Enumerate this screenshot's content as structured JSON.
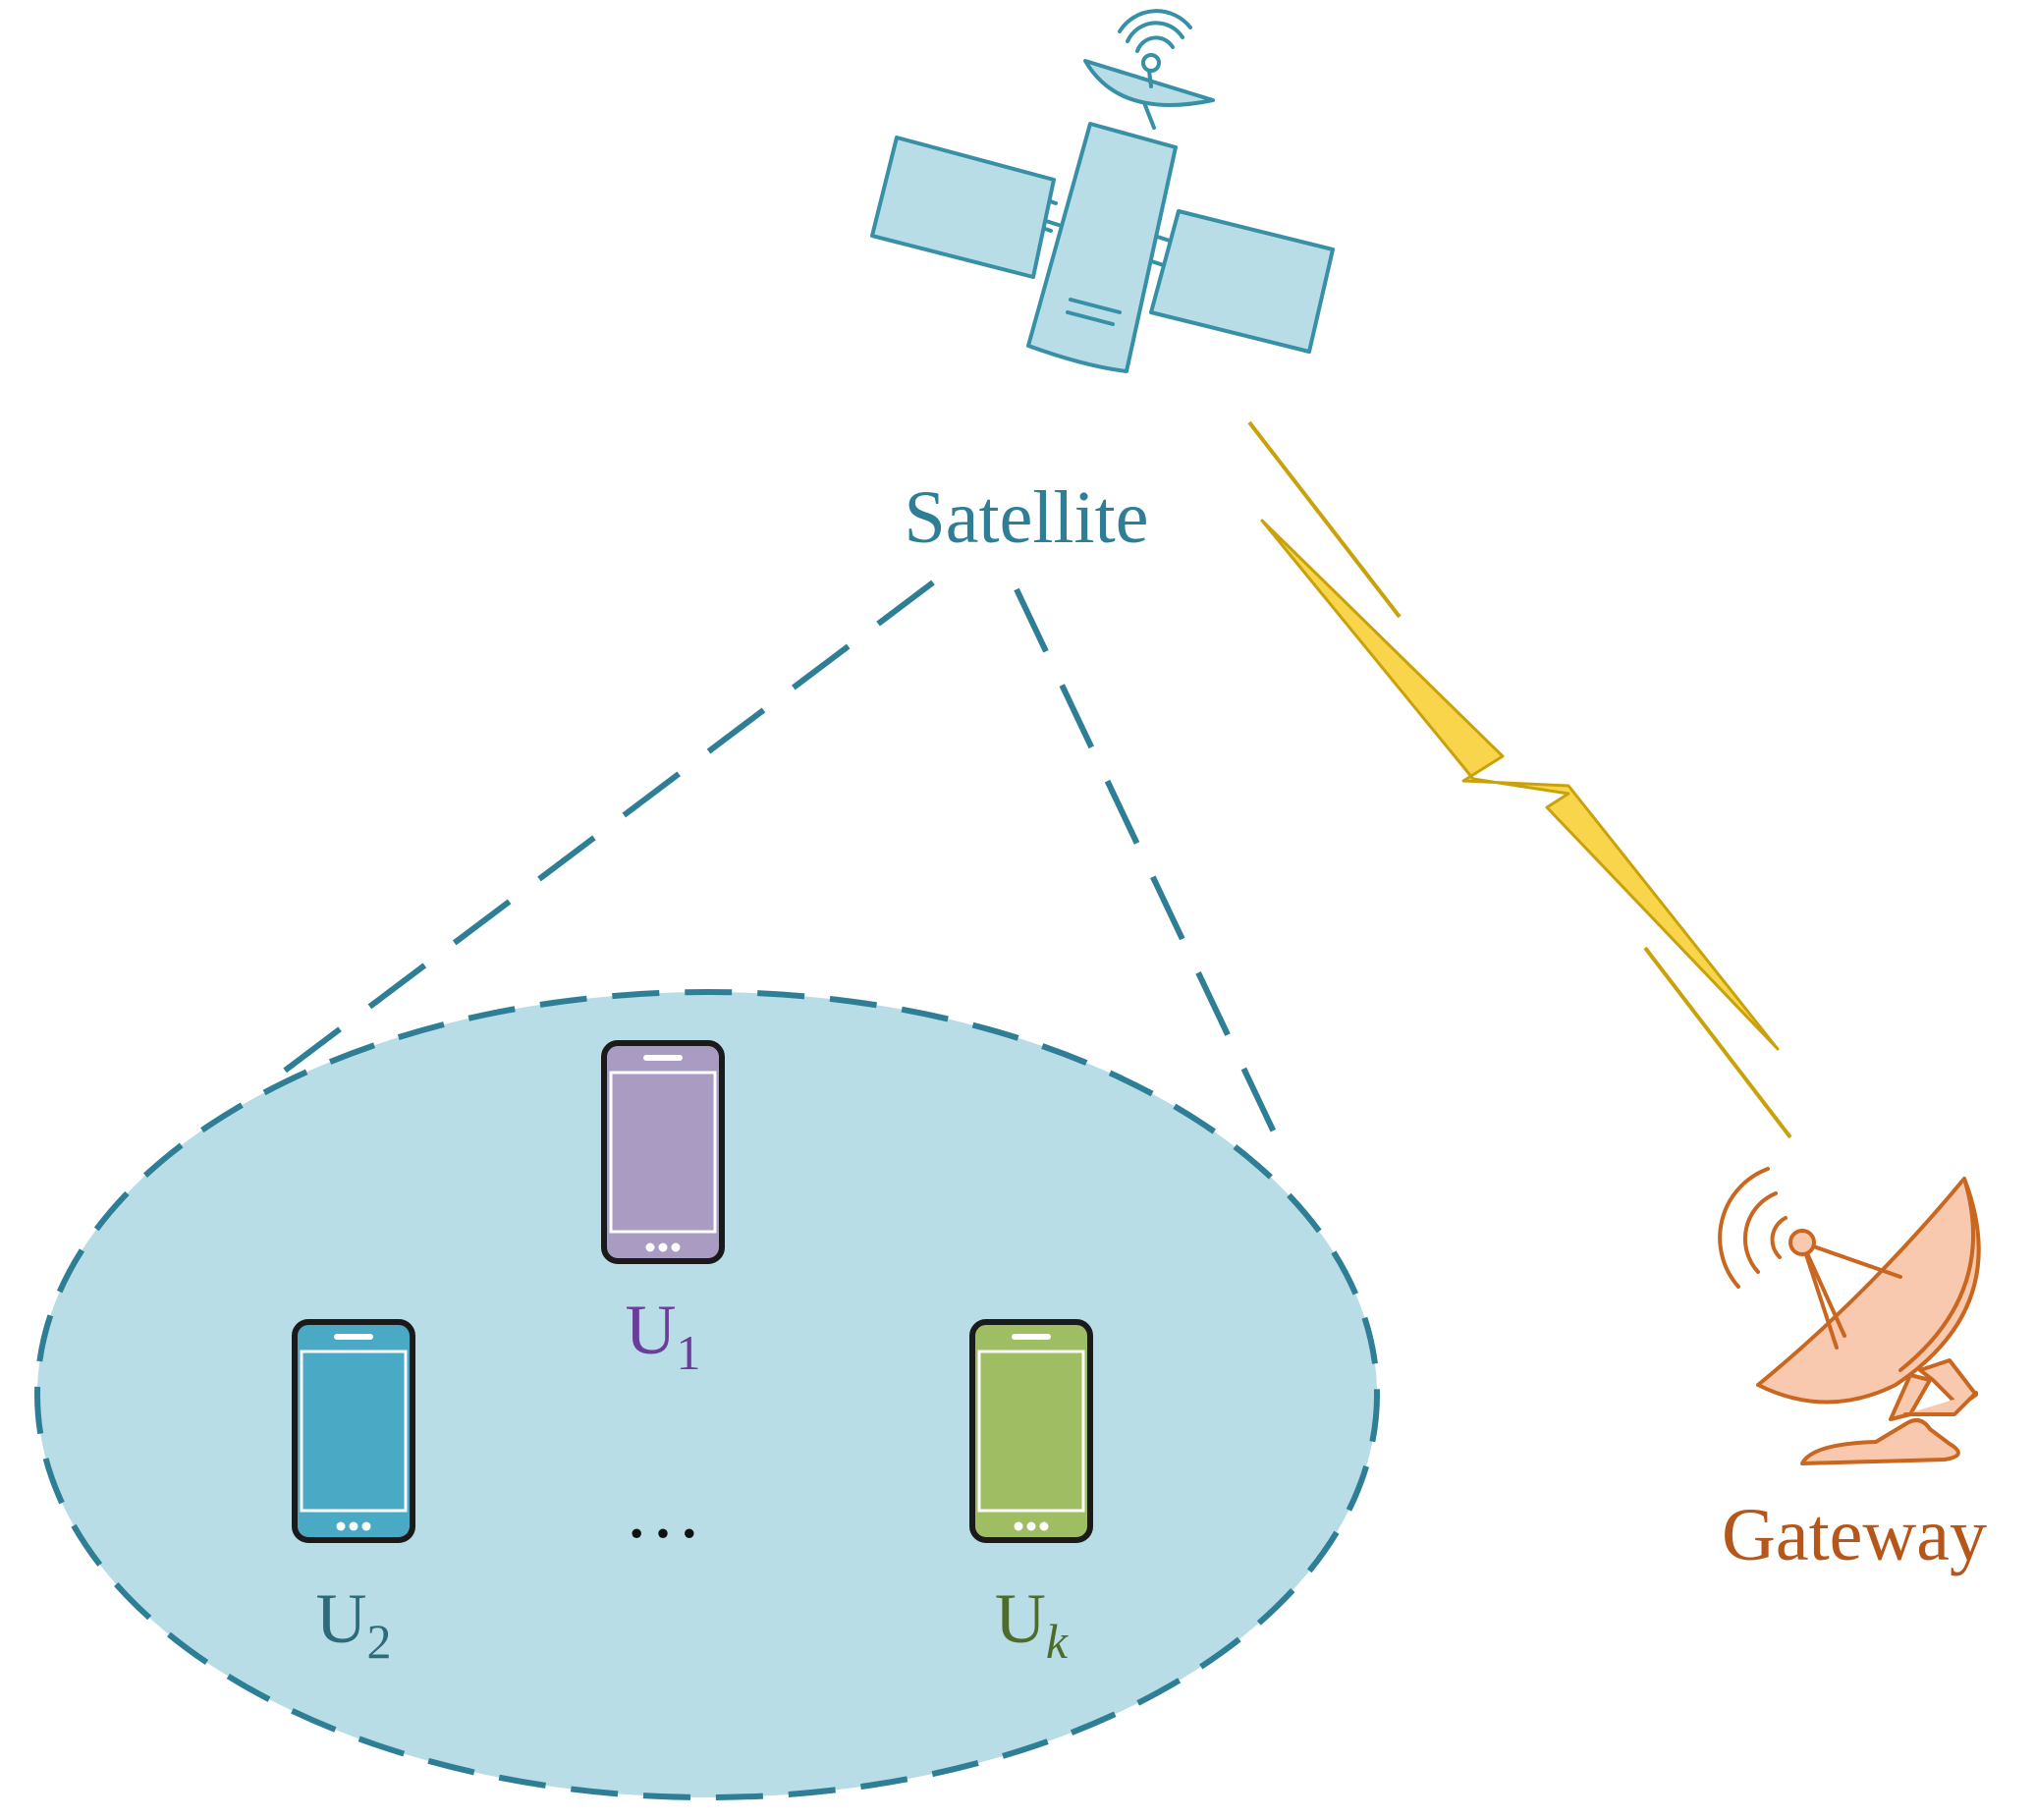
{
  "labels": {
    "satellite": "Satellite",
    "gateway": "Gateway",
    "ellipsis": "…"
  },
  "users": [
    {
      "base": "U",
      "sub": "1",
      "color": "#6a3d9a",
      "screen": "#a99bc1"
    },
    {
      "base": "U",
      "sub": "2",
      "color": "#2e6b7a",
      "screen": "#4aa9c4"
    },
    {
      "base": "U",
      "sub": "k",
      "color": "#4d6b2a",
      "screen": "#9fbd63"
    }
  ],
  "colors": {
    "satellite_fill": "#b8dde6",
    "satellite_stroke": "#3790a6",
    "beam": "#2e7f95",
    "coverage_fill": "#b8dde6",
    "link_bolt": "#f9d54c",
    "link_line": "#c9a20b",
    "gateway_fill": "#f8c9ae",
    "gateway_stroke": "#c9661f"
  }
}
